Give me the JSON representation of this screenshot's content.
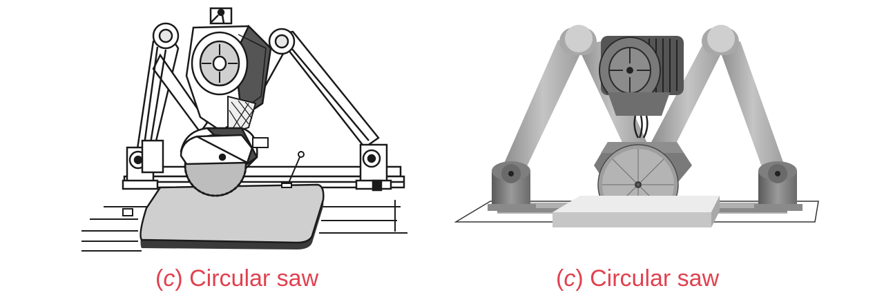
{
  "figures": [
    {
      "caption": {
        "open": "(",
        "letter": "c",
        "close": ")",
        "text": "Circular saw"
      },
      "style": "line-drawing"
    },
    {
      "caption": {
        "open": "(",
        "letter": "c",
        "close": ")",
        "text": "Circular saw"
      },
      "style": "shaded-render"
    }
  ],
  "colors": {
    "caption": "#e0414f",
    "ink": "#1a1a1a",
    "arm_gray": "#a9a9a9",
    "dark_gray": "#6e6e6e",
    "light_gray": "#d4d4d4"
  }
}
